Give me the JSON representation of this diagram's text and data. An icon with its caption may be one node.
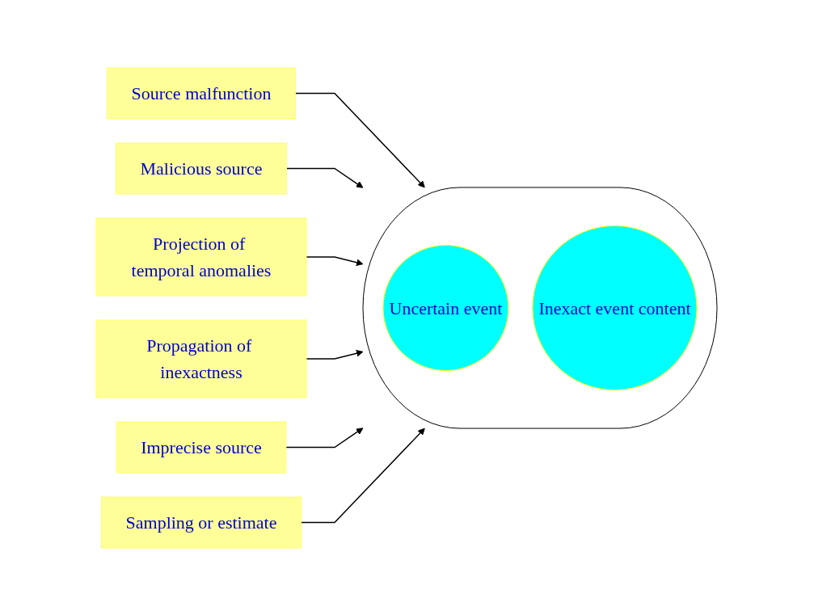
{
  "diagram": {
    "nodes": [
      {
        "text": [],
        "shape": "ellipse"
      },
      {
        "text": [
          "Uncertain event"
        ],
        "in": 0
      },
      {
        "text": [
          "Inexact event content"
        ],
        "in": 0
      },
      {
        "text": [
          "Source malfunction"
        ]
      },
      {
        "text": [
          "Malicious source"
        ]
      },
      {
        "text": [
          "Projection of temporal anomalies"
        ]
      },
      {
        "text": [
          "Propagation of inexactness"
        ]
      },
      {
        "text": [
          "Imprecise source"
        ]
      },
      {
        "text": [
          "Sampling or estimate"
        ]
      }
    ],
    "edges": [
      {
        "from": 3,
        "to": 0,
        "arrow": "to"
      },
      {
        "from": 4,
        "to": 0,
        "arrow": "to"
      },
      {
        "from": 5,
        "to": 0,
        "arrow": "to"
      },
      {
        "from": 6,
        "to": 0,
        "arrow": "to"
      },
      {
        "from": 7,
        "to": 0,
        "arrow": "to"
      },
      {
        "from": 8,
        "to": 0,
        "arrow": "to"
      }
    ]
  }
}
